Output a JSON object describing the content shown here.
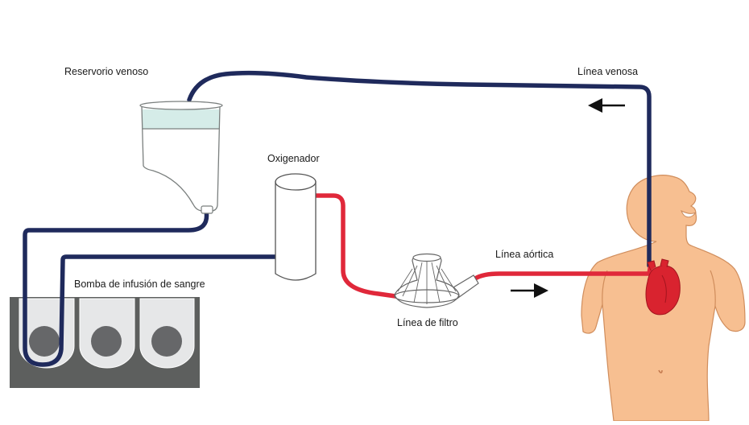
{
  "labels": {
    "reservoir": "Reservorio venoso",
    "venous_line": "Línea venosa",
    "oxygenator": "Oxigenador",
    "aortic_line": "Línea aórtica",
    "pump": "Bomba de infusión de sangre",
    "filter": "Línea de filtro"
  },
  "colors": {
    "venous_tube": "#1f2a5c",
    "arterial_tube": "#e0283a",
    "skin": "#f7bf91",
    "skin_outline": "#d08d5c",
    "pump_base": "#5d5f5e",
    "pump_slot": "#e6e7e8",
    "roller": "#666769",
    "heart": "#d9232f"
  },
  "icons": [
    "arrow-left-icon",
    "arrow-right-icon",
    "heart-icon"
  ]
}
